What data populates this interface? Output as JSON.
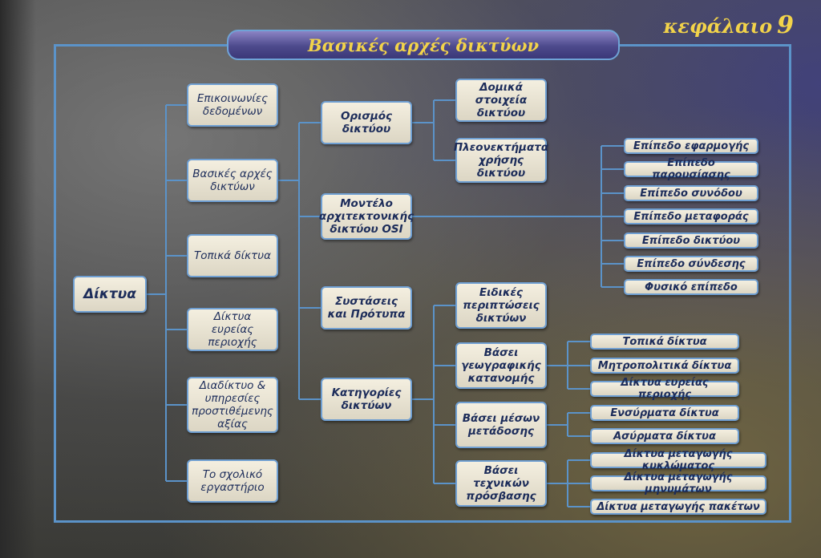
{
  "header": {
    "title": "Βασικές αρχές δικτύων",
    "chapter_label": "κεφάλαιο",
    "chapter_number": "9"
  },
  "colors": {
    "line": "#5b93c9",
    "title_text": "#f2d34a",
    "box_text": "#1c2c5a"
  },
  "root": "Δίκτυα",
  "level1": [
    "Επικοινωνίες δεδομένων",
    "Βασικές αρχές δικτύων",
    "Τοπικά δίκτυα",
    "Δίκτυα ευρείας περιοχής",
    "Διαδίκτυο & υπηρεσίες προστιθέμενης αξίας",
    "Το σχολικό εργαστήριο"
  ],
  "level2": [
    "Ορισμός δικτύου",
    "Μοντέλο αρχιτεκτονικής δικτύου OSI",
    "Συστάσεις και Πρότυπα",
    "Κατηγορίες δικτύων"
  ],
  "definition_children": [
    "Δομικά στοιχεία δικτύου",
    "Πλεονεκτήματα χρήσης δικτύου"
  ],
  "osi_layers": [
    "Επίπεδο εφαρμογής",
    "Επίπεδο παρουσίασης",
    "Επίπεδο συνόδου",
    "Επίπεδο μεταφοράς",
    "Επίπεδο δικτύου",
    "Επίπεδο σύνδεσης",
    "Φυσικό επίπεδο"
  ],
  "categories": [
    "Ειδικές περιπτώσεις δικτύων",
    "Βάσει γεωγραφικής κατανομής",
    "Βάσει μέσων μετάδοσης",
    "Βάσει τεχνικών πρόσβασης"
  ],
  "geographic": [
    "Τοπικά δίκτυα",
    "Μητροπολιτικά δίκτυα",
    "Δίκτυα ευρείας περιοχής"
  ],
  "media": [
    "Ενσύρματα δίκτυα",
    "Ασύρματα δίκτυα"
  ],
  "access": [
    "Δίκτυα μεταγωγής κυκλώματος",
    "Δίκτυα μεταγωγής μηνυμάτων",
    "Δίκτυα μεταγωγής πακέτων"
  ]
}
